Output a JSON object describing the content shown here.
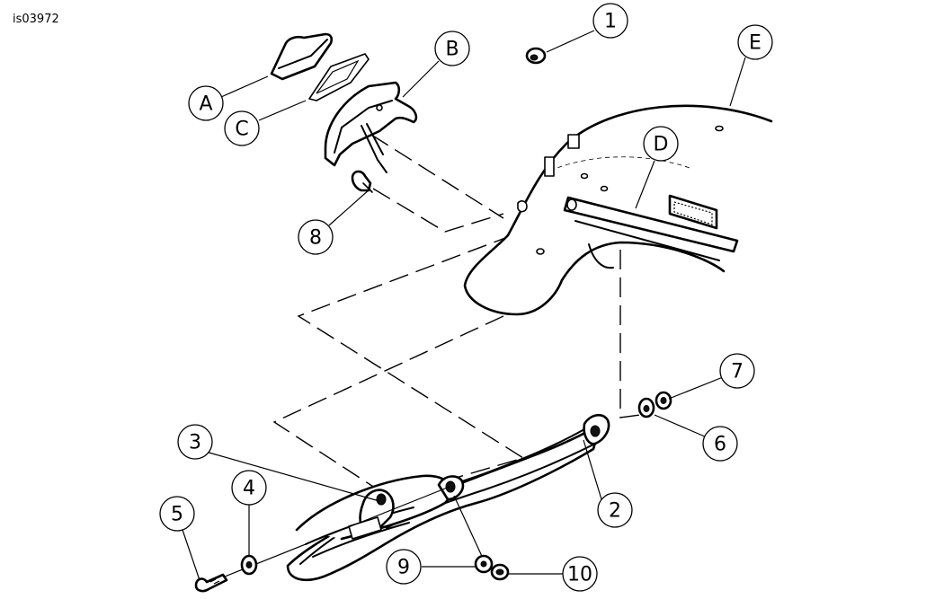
{
  "doc_id": "is03972",
  "callouts": [
    {
      "label": "1"
    },
    {
      "label": "2"
    },
    {
      "label": "3"
    },
    {
      "label": "4"
    },
    {
      "label": "5"
    },
    {
      "label": "6"
    },
    {
      "label": "7"
    },
    {
      "label": "8"
    },
    {
      "label": "9"
    },
    {
      "label": "10"
    },
    {
      "label": "A"
    },
    {
      "label": "B"
    },
    {
      "label": "C"
    },
    {
      "label": "D"
    },
    {
      "label": "E"
    }
  ]
}
